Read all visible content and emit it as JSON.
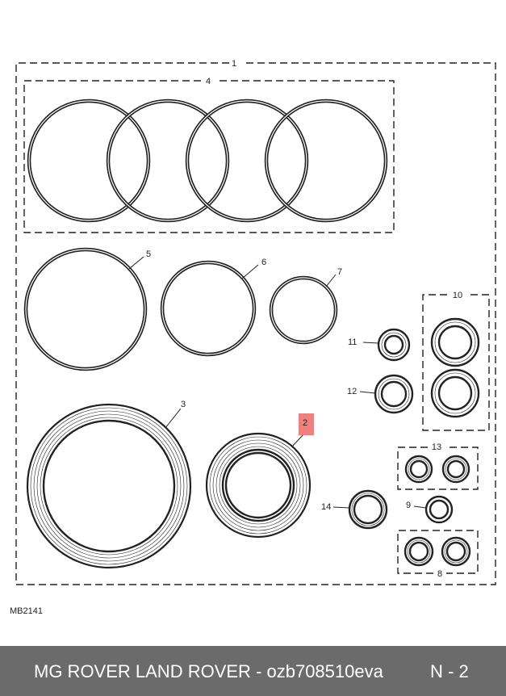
{
  "diagram": {
    "kit_label": "1",
    "drawing_code": "MB2141",
    "highlight_color": "#f08080",
    "groups": [
      {
        "label": "4"
      },
      {
        "label": "10"
      },
      {
        "label": "13"
      },
      {
        "label": "8"
      }
    ],
    "callouts": [
      {
        "label": "5"
      },
      {
        "label": "6"
      },
      {
        "label": "7"
      },
      {
        "label": "11"
      },
      {
        "label": "12"
      },
      {
        "label": "3"
      },
      {
        "label": "2",
        "highlighted": true
      },
      {
        "label": "14"
      },
      {
        "label": "9"
      }
    ]
  },
  "footer": {
    "caption": "MG ROVER LAND ROVER - ozb708510eva",
    "page": "N - 2"
  }
}
